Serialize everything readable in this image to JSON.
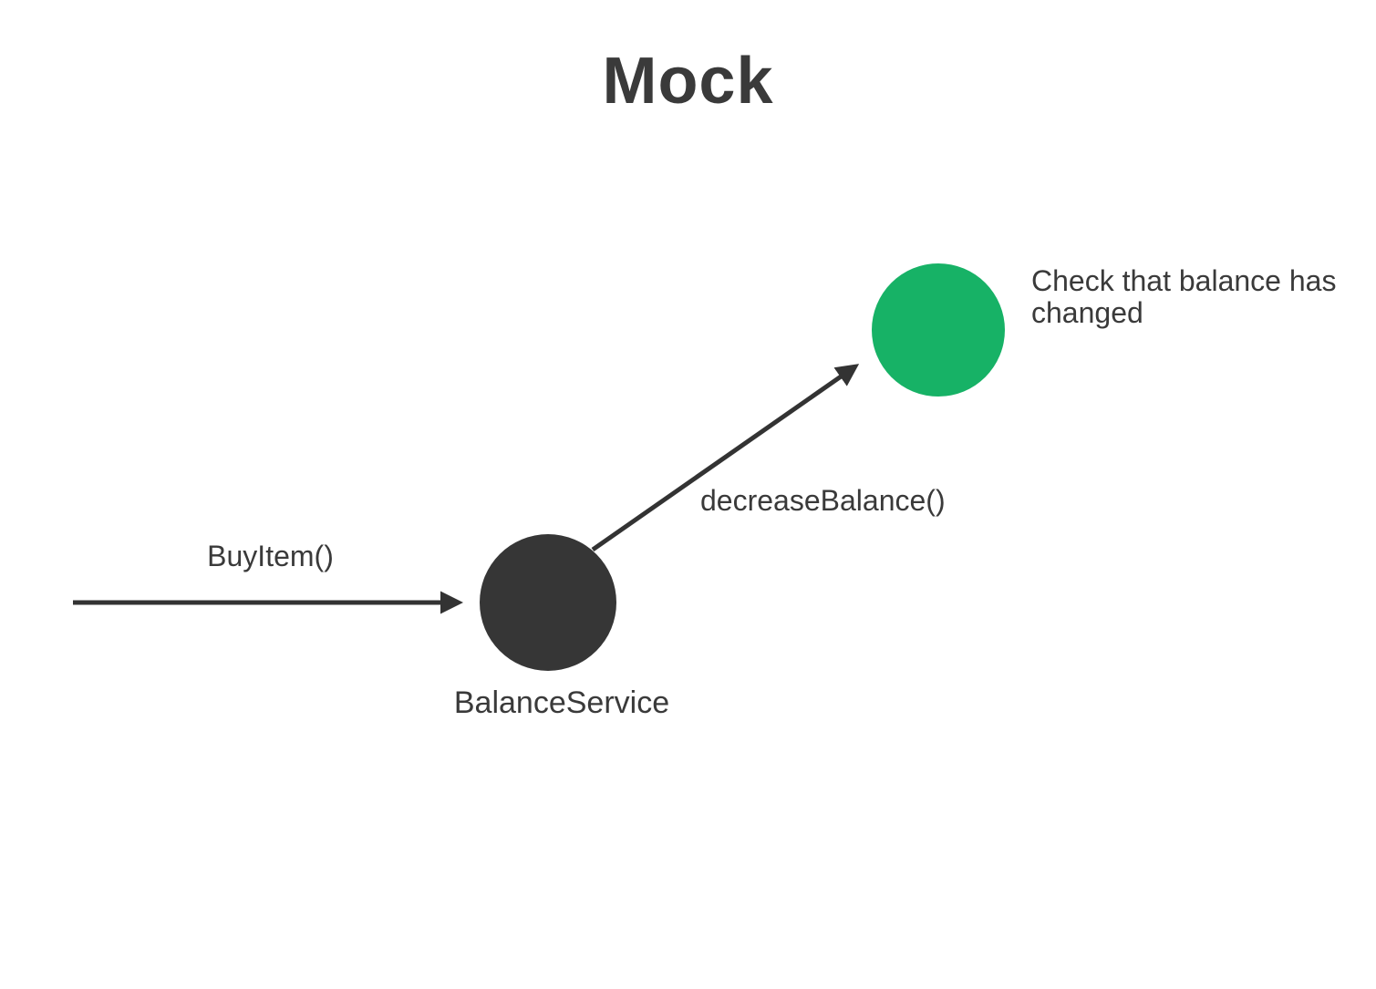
{
  "title": "Mock",
  "colors": {
    "background": "#ffffff",
    "text": "#3a3a3a",
    "arrow": "#333333",
    "service_node": "#363636",
    "check_node": "#17B266"
  },
  "diagram": {
    "nodes": [
      {
        "id": "balance-service",
        "label": "BalanceService",
        "color": "#363636",
        "shape": "circle"
      },
      {
        "id": "check-balance",
        "label": "",
        "annotation": "Check that balance has changed",
        "color": "#17B266",
        "shape": "circle"
      }
    ],
    "edges": [
      {
        "label": "BuyItem()",
        "from": "external",
        "to": "balance-service",
        "direction": "horizontal-right"
      },
      {
        "label": "decreaseBalance()",
        "from": "balance-service",
        "to": "check-balance",
        "direction": "diagonal-up-right"
      }
    ]
  },
  "labels": {
    "buy_item": "BuyItem()",
    "decrease_balance": "decreaseBalance()",
    "balance_service": "BalanceService",
    "check_annotation": "Check that balance has changed"
  }
}
